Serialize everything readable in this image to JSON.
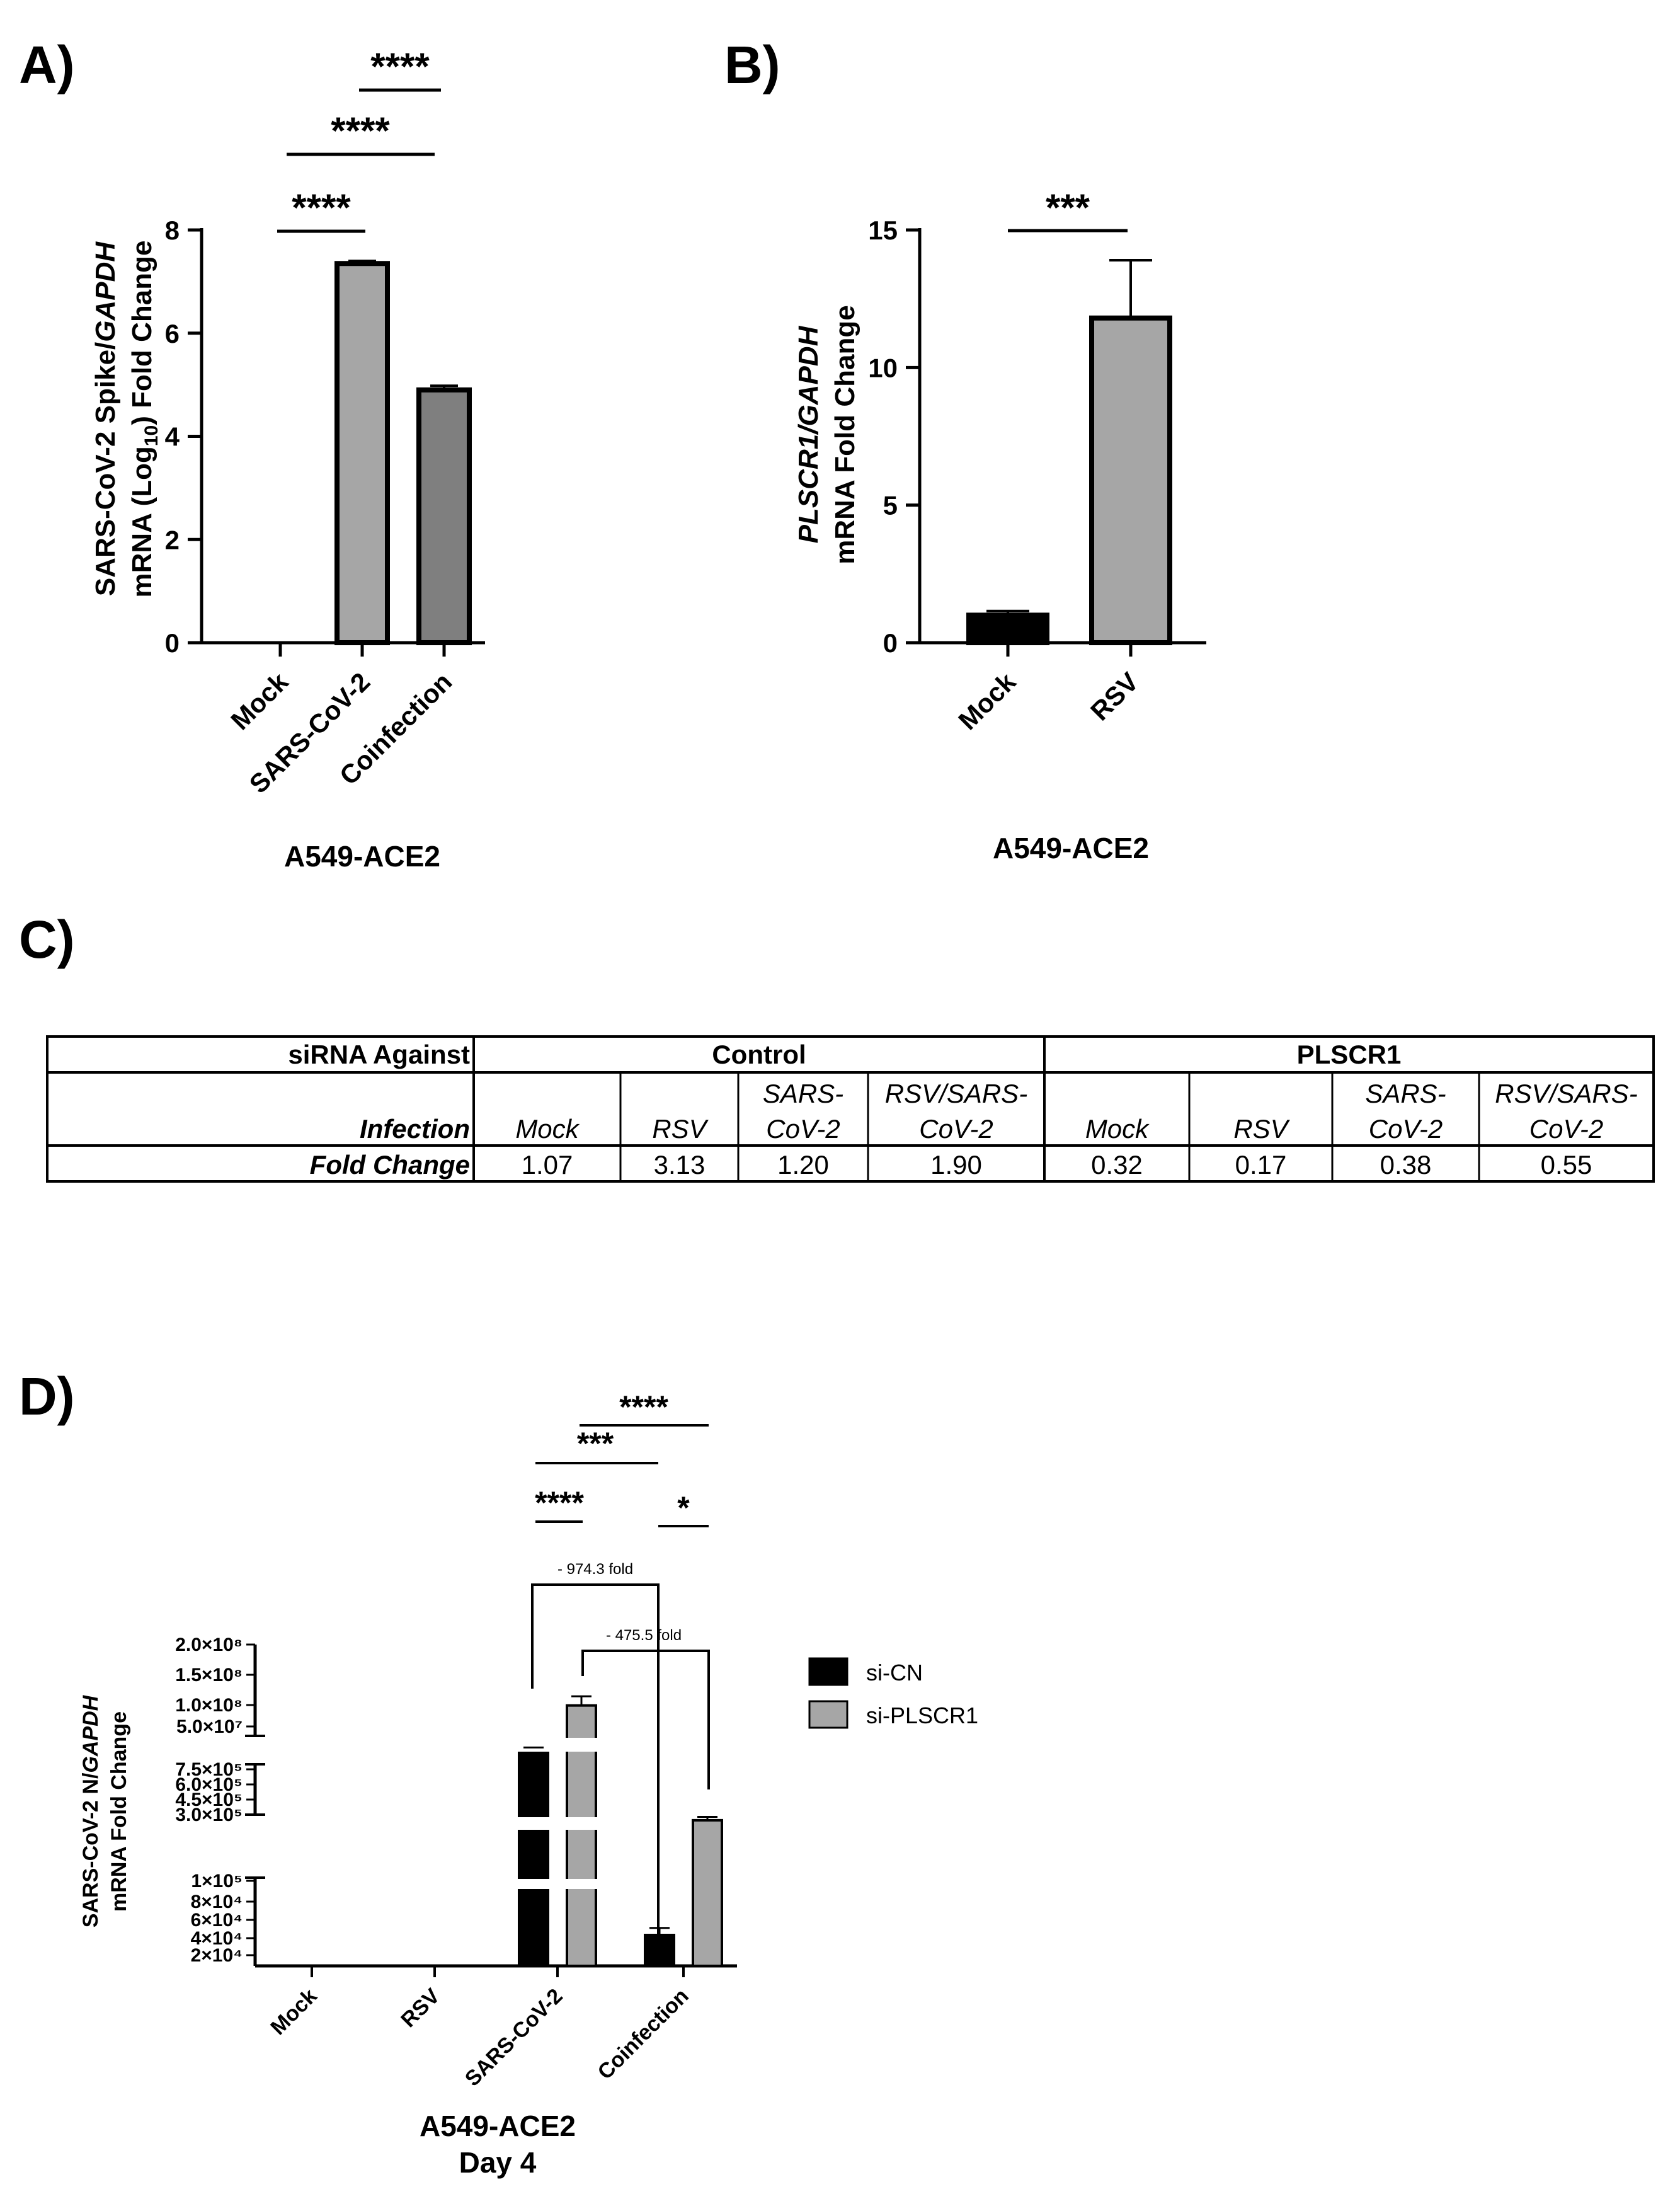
{
  "panels": {
    "a": "A)",
    "b": "B)",
    "c": "C)",
    "d": "D)"
  },
  "colors": {
    "black": "#000000",
    "light_gray": "#a6a6a6",
    "mid_gray": "#7f7f7f"
  },
  "chart_data": [
    {
      "id": "A",
      "type": "bar",
      "categories": [
        "Mock",
        "SARS-CoV-2",
        "Coinfection"
      ],
      "values": [
        0,
        7.35,
        4.9
      ],
      "errors": [
        0,
        0.05,
        0.08
      ],
      "ylabel_line1_pre": "SARS-CoV-2 Spike/",
      "ylabel_line1_italic": "GAPDH",
      "ylabel_line2_pre": "mRNA (Log",
      "ylabel_line2_sub": "10",
      "ylabel_line2_post": ") Fold Change",
      "xlabel": "A549-ACE2",
      "ylim": [
        0,
        8
      ],
      "yticks": [
        "0",
        "2",
        "4",
        "6",
        "8"
      ],
      "significance": [
        "****",
        "****",
        "****"
      ]
    },
    {
      "id": "B",
      "type": "bar",
      "categories": [
        "Mock",
        "RSV"
      ],
      "values": [
        1.0,
        11.8
      ],
      "errors": [
        0.15,
        2.1
      ],
      "ylabel_line1_italic": "PLSCR1/GAPDH",
      "ylabel_line2": "mRNA Fold Change",
      "xlabel": "A549-ACE2",
      "ylim": [
        0,
        15
      ],
      "yticks": [
        "0",
        "5",
        "10",
        "15"
      ],
      "significance": [
        "***"
      ]
    },
    {
      "id": "C",
      "type": "table",
      "header_first": "siRNA Against",
      "groups": [
        "Control",
        "PLSCR1"
      ],
      "row2_label": "Infection",
      "infections": [
        [
          "Mock",
          ""
        ],
        [
          "RSV",
          ""
        ],
        [
          "SARS-",
          "CoV-2"
        ],
        [
          "RSV/SARS-",
          "CoV-2"
        ],
        [
          "Mock",
          ""
        ],
        [
          "RSV",
          ""
        ],
        [
          "SARS-",
          "CoV-2"
        ],
        [
          "RSV/SARS-",
          "CoV-2"
        ]
      ],
      "row3_label": "Fold Change",
      "fold_changes": [
        "1.07",
        "3.13",
        "1.20",
        "1.90",
        "0.32",
        "0.17",
        "0.38",
        "0.55"
      ]
    },
    {
      "id": "D",
      "type": "bar",
      "categories": [
        "Mock",
        "RSV",
        "SARS-CoV-2",
        "Coinfection"
      ],
      "series": [
        {
          "name": "si-CN",
          "values": [
            0,
            0,
            30000000,
            35000
          ]
        },
        {
          "name": "si-PLSCR1",
          "values": [
            0,
            0,
            100000000,
            250000
          ]
        }
      ],
      "error_top_si_PLSCR1": [
        0,
        0,
        115000000,
        280000
      ],
      "error_top_si_CN": [
        0,
        0,
        31000000,
        43000
      ],
      "ylabel_line1_pre": "SARS-CoV-2 N/",
      "ylabel_line1_italic": "GAPDH",
      "ylabel_line2": "mRNA Fold Change",
      "xlabel_line1": "A549-ACE2",
      "xlabel_line2": "Day 4",
      "yticks_upper": [
        "2.0×10⁸",
        "1.5×10⁸",
        "1.0×10⁸",
        "5.0×10⁷"
      ],
      "yticks_middle": [
        "7.5×10⁵",
        "6.0×10⁵",
        "4.5×10⁵",
        "3.0×10⁵"
      ],
      "yticks_lower": [
        "1×10⁵",
        "8×10⁴",
        "6×10⁴",
        "4×10⁴",
        "2×10⁴"
      ],
      "significance": [
        "****",
        "***",
        "****",
        "*"
      ],
      "fold_annotations": [
        "- 974.3 fold",
        "- 475.5 fold"
      ]
    }
  ]
}
